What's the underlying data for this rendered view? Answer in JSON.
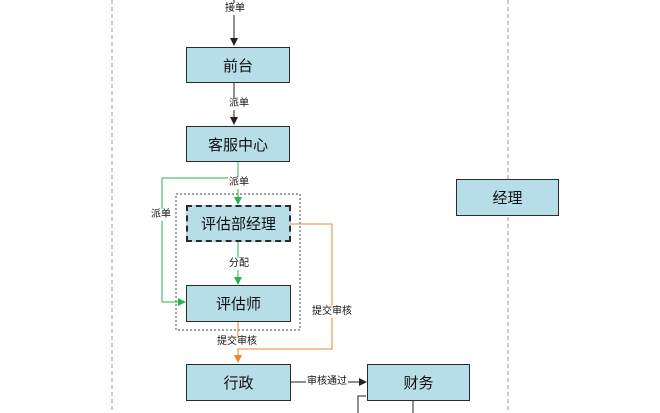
{
  "nodes": {
    "frontdesk": "前台",
    "customer_service": "客服中心",
    "eval_manager": "评估部经理",
    "evaluator": "评估师",
    "admin": "行政",
    "finance": "财务",
    "manager": "经理"
  },
  "edge_labels": {
    "receive_order": "接单",
    "dispatch_1": "派单",
    "dispatch_2": "派单",
    "dispatch_side": "派单",
    "assign": "分配",
    "submit_review_side": "提交审核",
    "submit_review_bottom": "提交审核",
    "review_passed": "审核通过"
  },
  "colors": {
    "node_fill": "#b7dde8",
    "green_line": "#2db34a",
    "orange_line": "#e98a2c",
    "black_line": "#222222",
    "lane_divider": "#999999"
  }
}
